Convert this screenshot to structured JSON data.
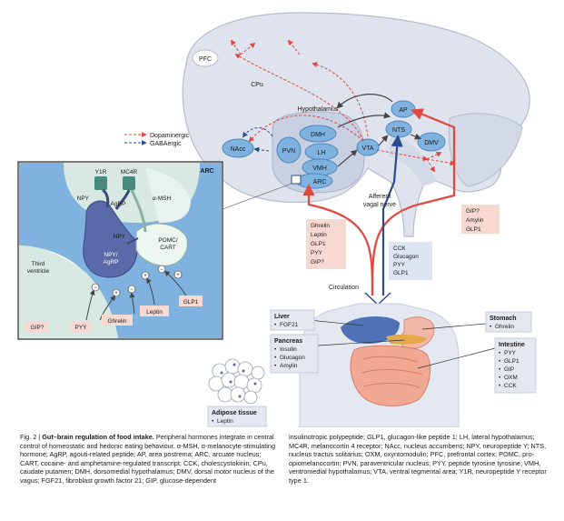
{
  "brain": {
    "regions": {
      "pfc": "PFC",
      "cpu": "CPu",
      "hypothalamus": "Hypothalamus",
      "nacc": "NAcc",
      "dmh": "DMH",
      "pvn": "PVN",
      "lh": "LH",
      "vmh": "VMH",
      "arc": "ARC",
      "vta": "VTA",
      "ap": "AP",
      "nts": "NTS",
      "dmv": "DMV"
    },
    "legend": {
      "dopaminergic": "Dopaminergic",
      "gabaergic": "GABAergic"
    },
    "afferent_label": [
      "Afferent",
      "vagal nerve"
    ],
    "circulation_label": "Circulation"
  },
  "arc_inset": {
    "title": "ARC",
    "y1r": "Y1R",
    "mc4r": "MC4R",
    "npy_top": "NPY",
    "agrp_top": "AgRP",
    "alpha_msh": "α-MSH",
    "npy_mid": "NPY",
    "npy_agrp_neuron": [
      "NPY/",
      "AgRP"
    ],
    "pomc_cart_neuron": [
      "POMC/",
      "CART"
    ],
    "third_ventricle": [
      "Third",
      "ventricle"
    ],
    "hormones": {
      "gip": "GIP?",
      "pyy": "PYY",
      "ghrelin": "Ghrelin",
      "leptin": "Leptin",
      "glp1": "GLP1"
    },
    "signs": [
      "−",
      "+",
      "−",
      "+",
      "−",
      "+"
    ]
  },
  "hormone_lists": {
    "to_arc": [
      "Ghrelin",
      "Leptin",
      "GLP1",
      "PYY",
      "GIP?"
    ],
    "to_ap": [
      "GIP?",
      "Amylin",
      "GLP1"
    ],
    "vagal": [
      "CCK",
      "Glucagon",
      "PYY",
      "GLP1"
    ]
  },
  "organs": {
    "liver": {
      "title": "Liver",
      "items": [
        "FGF21"
      ]
    },
    "pancreas": {
      "title": "Pancreas",
      "items": [
        "Insulin",
        "Glucagon",
        "Amylin"
      ]
    },
    "stomach": {
      "title": "Stomach",
      "items": [
        "Ghrelin"
      ]
    },
    "intestine": {
      "title": "Intestine",
      "items": [
        "PYY",
        "GLP1",
        "GIP",
        "OXM",
        "CCK"
      ]
    },
    "adipose": {
      "title": "Adipose tissue",
      "items": [
        "Leptin"
      ]
    }
  },
  "colors": {
    "brain_fill": "#dfe3ee",
    "brain_stroke": "#b5bccf",
    "nucleus_fill": "#7fb2de",
    "nucleus_stroke": "#4f88bd",
    "dopamine_red": "#e0473f",
    "gaba_blue": "#2a4b8c",
    "hormone_box": "#f8d9d2",
    "vagal_box": "#dde4f2",
    "organ_box": "#e4e8f1",
    "arc_bg": "#d7e9e2"
  },
  "caption": {
    "label": "Fig. 2 | ",
    "title": "Gut–brain regulation of food intake.",
    "left_text": " Peripheral hormones integrate in central control of homeostatic and hedonic eating behaviour. α-MSH, α-melanocyte-stimulating hormone; AgRP, agouti-related peptide; AP, area postrema; ARC, arcuate nucleus; CART, cocaine- and amphetamine-regulated transcript; CCK, cholescystokinin; CPu, caudate putamen; DMH, dorsomedial hypothalamus; DMV, dorsal motor nucleus of the vagus; FGF21, fibroblast growth factor 21; GIP, glucose-dependent",
    "right_text": "insulinotropic polypeptide; GLP1, glucagon-like peptide 1; LH, lateral hypothalamus; MC4R, melanocortin 4 receptor; NAcc, nucleus accumbens; NPY, neuropeptide Y; NTS, nucleus tractus solitarius; OXM, oxyntomodulin; PFC, prefrontal cortex; POMC, pro-opiomelanocortin; PVN, paraventricular nucleus; PYY, peptide tyrosine tyrosine; VMH, ventromedial hypothalamus; VTA, ventral tegmental area; Y1R, neuropeptide Y receptor type 1."
  }
}
